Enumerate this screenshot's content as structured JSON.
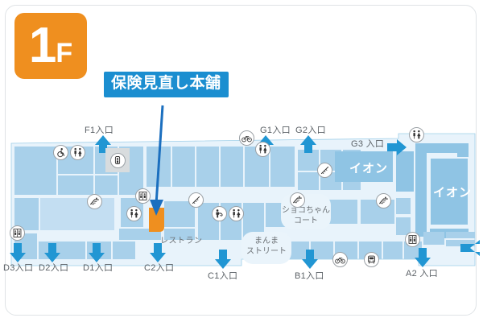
{
  "floor_badge": {
    "number": "1",
    "suffix": "F",
    "color": "#ef8f1f"
  },
  "callout": {
    "label": "保険見直し本舗",
    "bg_color": "#1b8ed0",
    "text_color": "#ffffff",
    "pointer_target": "orange-shop-marker"
  },
  "map": {
    "bg_color": "#ffffff",
    "floor_fill": "#e8f3fb",
    "unit_fill": "#a8d0ea",
    "unit_fill_light": "#c3def2",
    "outline_color": "#3d9fd6",
    "marker_color": "#ef8f1f",
    "arrow_color": "#2196d3"
  },
  "entrances": [
    {
      "id": "F1",
      "label": "F1入口",
      "direction": "down"
    },
    {
      "id": "G1",
      "label": "G1入口",
      "direction": "down"
    },
    {
      "id": "G2",
      "label": "G2入口",
      "direction": "down"
    },
    {
      "id": "G3",
      "label": "G3 入口",
      "direction": "right"
    },
    {
      "id": "D3",
      "label": "D3入口",
      "direction": "up"
    },
    {
      "id": "D2",
      "label": "D2入口",
      "direction": "up"
    },
    {
      "id": "D1",
      "label": "D1入口",
      "direction": "up"
    },
    {
      "id": "C2",
      "label": "C2入口",
      "direction": "up"
    },
    {
      "id": "C1",
      "label": "C1入口",
      "direction": "up"
    },
    {
      "id": "B1",
      "label": "B1入口",
      "direction": "up"
    },
    {
      "id": "A2",
      "label": "A2 入口",
      "direction": "up"
    },
    {
      "id": "A1",
      "label": "",
      "direction": "left"
    }
  ],
  "areas": [
    {
      "id": "aeon-left",
      "label": "イオン"
    },
    {
      "id": "aeon-right",
      "label": "イオン"
    },
    {
      "id": "shoko-court",
      "label": "ショコちゃん\nコート",
      "line1": "ショコちゃん",
      "line2": "コート"
    },
    {
      "id": "manma-street",
      "label": "まんま\nストリート",
      "line1": "まんま",
      "line2": "ストリート"
    },
    {
      "id": "restaurant",
      "label": "レストラン"
    }
  ],
  "icons": [
    {
      "id": "wheelchair-left",
      "name": "wheelchair-icon"
    },
    {
      "id": "restroom-left",
      "name": "restroom-icon"
    },
    {
      "id": "atm-left",
      "name": "atm-icon"
    },
    {
      "id": "escalator-midleft",
      "name": "escalator-icon"
    },
    {
      "id": "elevator-midleft",
      "name": "elevator-icon"
    },
    {
      "id": "restroom-midleft",
      "name": "restroom-icon"
    },
    {
      "id": "elevator-farleft",
      "name": "elevator-icon"
    },
    {
      "id": "stairs-center-left",
      "name": "stairs-icon"
    },
    {
      "id": "nursing-center",
      "name": "nursing-room-icon"
    },
    {
      "id": "restroom-center",
      "name": "restroom-icon"
    },
    {
      "id": "bicycle-top",
      "name": "bicycle-parking-icon"
    },
    {
      "id": "restroom-top",
      "name": "restroom-icon"
    },
    {
      "id": "escalator-shoko",
      "name": "escalator-icon"
    },
    {
      "id": "stairs-aeon",
      "name": "stairs-icon"
    },
    {
      "id": "escalator-right",
      "name": "escalator-icon"
    },
    {
      "id": "restroom-topright",
      "name": "restroom-icon"
    },
    {
      "id": "elevator-bottomright",
      "name": "elevator-icon"
    },
    {
      "id": "bicycle-bottom",
      "name": "bicycle-parking-icon"
    },
    {
      "id": "bus-bottom",
      "name": "bus-stop-icon"
    }
  ]
}
